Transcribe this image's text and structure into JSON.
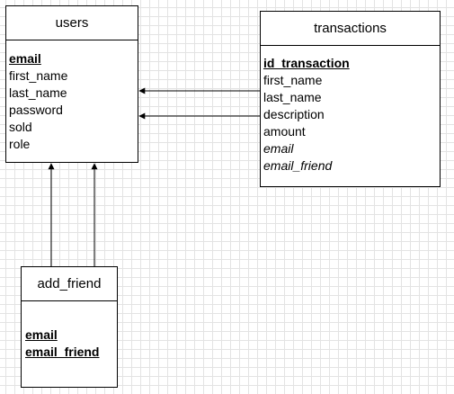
{
  "entities": {
    "users": {
      "title": "users",
      "fields": [
        "email",
        "first_name",
        "last_name",
        "password",
        "sold",
        "role"
      ]
    },
    "transactions": {
      "title": "transactions",
      "fields": [
        "id_transaction",
        "first_name",
        "last_name",
        "description",
        "amount",
        "email",
        "email_friend"
      ]
    },
    "add_friend": {
      "title": "add_friend",
      "fields": [
        "email",
        "email_friend"
      ]
    }
  }
}
